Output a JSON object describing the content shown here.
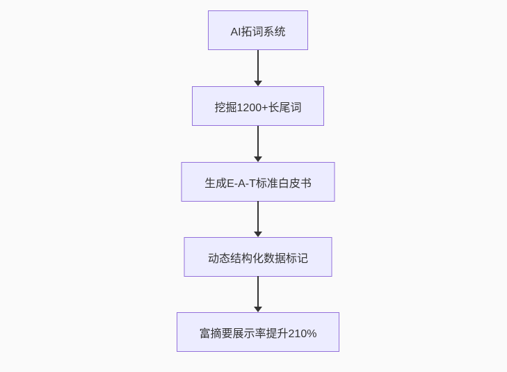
{
  "diagram": {
    "type": "flowchart",
    "direction": "top-down",
    "nodes": [
      {
        "id": "n1",
        "label": "AI拓词系统"
      },
      {
        "id": "n2",
        "label": "挖掘1200+长尾词"
      },
      {
        "id": "n3",
        "label": "生成E-A-T标准白皮书"
      },
      {
        "id": "n4",
        "label": "动态结构化数据标记"
      },
      {
        "id": "n5",
        "label": "富摘要展示率提升210%"
      }
    ],
    "edges": [
      {
        "from": "n1",
        "to": "n2"
      },
      {
        "from": "n2",
        "to": "n3"
      },
      {
        "from": "n3",
        "to": "n4"
      },
      {
        "from": "n4",
        "to": "n5"
      }
    ],
    "colors": {
      "background": "#fafafa",
      "node_fill": "#ECECFF",
      "node_border": "#9370DB",
      "text": "#333333",
      "arrow": "#333333"
    }
  }
}
